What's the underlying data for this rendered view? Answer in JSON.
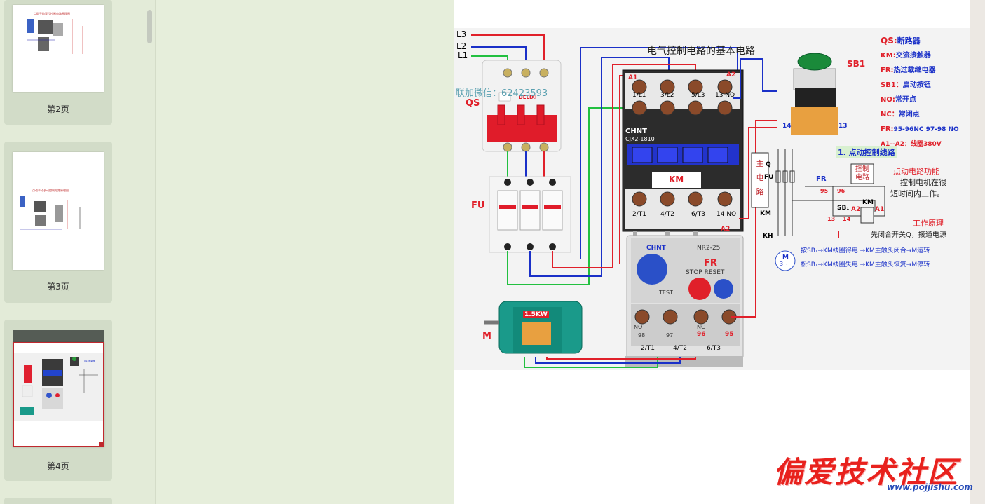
{
  "sidebar": {
    "pages": [
      {
        "label": "第2页",
        "mini_title": "点动手动双位控制电路原理图"
      },
      {
        "label": "第3页",
        "mini_title": "点动手动长动控制电路原理图"
      },
      {
        "label": "第4页",
        "mini_title": ""
      }
    ]
  },
  "diagram": {
    "title": "电气控制电路的基本电路",
    "phase_labels": [
      "L3",
      "L2",
      "L1"
    ],
    "contact_watermark": "联加微信：62423593",
    "component_labels": {
      "qs": "QS",
      "fu": "FU",
      "km": "KM",
      "sb1": "SB1",
      "fr": "FR",
      "motor": "M",
      "motor_power": "1.5KW",
      "contactor_brand": "CHNT",
      "contactor_model": "CJX2-1810",
      "relay_brand": "CHNT",
      "relay_model": "NR2-25",
      "relay_stop_reset": "STOP RESET",
      "relay_test": "TEST",
      "main_circuit": "主电路",
      "control_circuit": "控制电路"
    },
    "contactor_top_terminals": [
      "1/L1",
      "3/L2",
      "5/L3",
      "13 NO"
    ],
    "contactor_bottom_terminals": [
      "2/T1",
      "4/T2",
      "6/T3",
      "14 NO"
    ],
    "coil_terminals": [
      "A1",
      "A2",
      "A2"
    ],
    "relay_terminals": [
      "98",
      "97",
      "96",
      "95"
    ],
    "relay_contacts": [
      "NO",
      "NC"
    ],
    "relay_bottom": [
      "2/T1",
      "4/T2",
      "6/T3"
    ],
    "button_terminals": [
      "14",
      "13"
    ],
    "legend": [
      {
        "key": "QS:",
        "text": "断路器"
      },
      {
        "key": "KM:",
        "text": "交流接触器"
      },
      {
        "key": "FR:",
        "text": "热过载继电器"
      },
      {
        "key": "SB1：",
        "text": "启动按钮"
      },
      {
        "key": "NO:",
        "text": "常开点"
      },
      {
        "key": "NC：",
        "text": "常闭点"
      },
      {
        "key": "FR:",
        "text": "95-96NC  97-98 NO"
      },
      {
        "key": "A1--A2：",
        "text": "线圈380V"
      }
    ],
    "schematic": {
      "heading": "1. 点动控制线路",
      "function_title": "点动电路功能",
      "function_text_1": "控制电机在很",
      "function_text_2": "短时间内工作。",
      "principle_title": "工作原理",
      "principle_text": "先闭合开关Q，接通电源",
      "step_1": "按SB₁→KM线圈得电 →KM主触头闭合→M运转",
      "step_2": "松SB₁→KM线圈失电 →KM主触头恢复→M停转",
      "labels": {
        "q": "Q",
        "fu": "FU",
        "fr": "FR",
        "km": "KM",
        "kh": "KH",
        "sb1": "SB₁",
        "a1": "A1",
        "a2": "A2",
        "n95": "95",
        "n96": "96",
        "n13": "13",
        "n14": "14",
        "motor": "M",
        "motor_phase": "3~"
      }
    }
  },
  "watermark": {
    "text": "偏爱技术社区",
    "url": "www.pojjishu.com"
  },
  "colors": {
    "accent_red": "#c0282e",
    "wire_red": "#e0202a",
    "wire_blue": "#1a30c8",
    "wire_green": "#22c040",
    "sidebar_bg": "#e3ebd8"
  }
}
